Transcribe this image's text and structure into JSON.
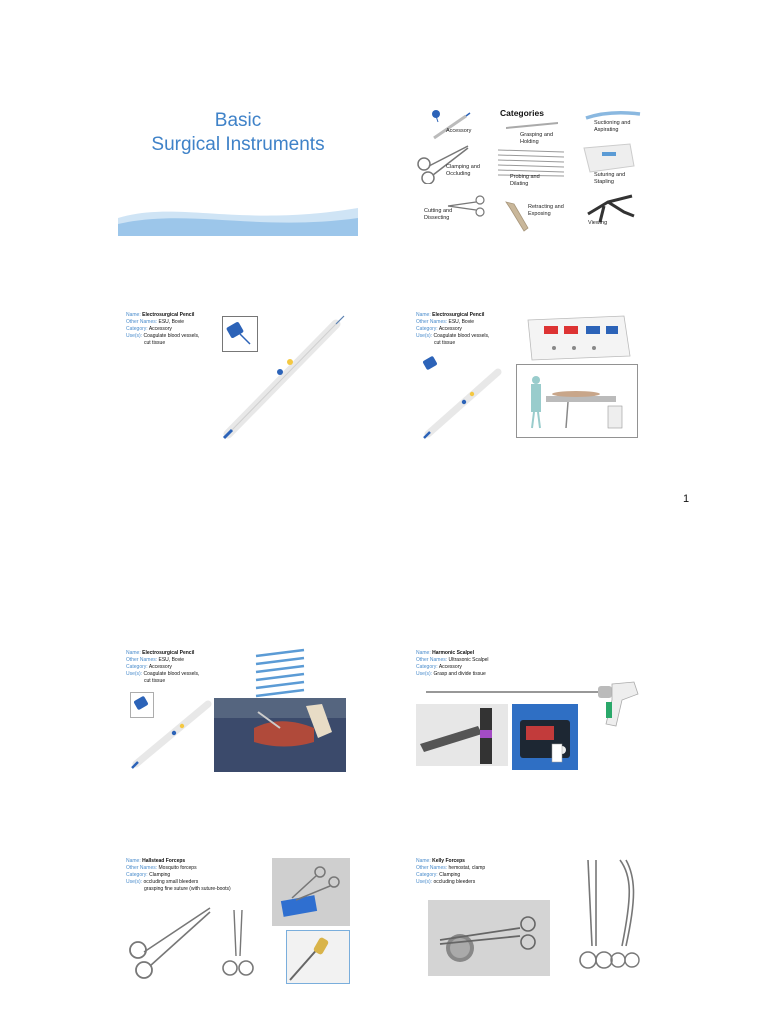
{
  "title_slide": {
    "line1": "Basic",
    "line2": "Surgical Instruments"
  },
  "categories_slide": {
    "heading": "Categories",
    "items": [
      {
        "label": "Accessory"
      },
      {
        "label": "Grasping and Holding"
      },
      {
        "label": "Suctioning and Aspirating"
      },
      {
        "label": "Clamping and Occluding"
      },
      {
        "label": "Probing and Dilating"
      },
      {
        "label": "Suturing and Stapling"
      },
      {
        "label": "Cutting and Dissecting"
      },
      {
        "label": "Retracting and Exposing"
      },
      {
        "label": "Viewing"
      }
    ]
  },
  "labels": {
    "name": "Name:",
    "other": "Other Names:",
    "category": "Category:",
    "uses": "Use(s):"
  },
  "slides": [
    {
      "name": "Electrosurgical Pencil",
      "other": "ESU, Bovie",
      "category": "Accessory",
      "uses1": "Coagulate blood vessels,",
      "uses2": "cut tissue"
    },
    {
      "name": "Electrosurgical Pencil",
      "other": "ESU, Bovie",
      "category": "Accessory",
      "uses1": "Coagulate blood vessels,",
      "uses2": "cut tissue"
    },
    {
      "name": "Electrosurgical Pencil",
      "other": "ESU, Bovie",
      "category": "Accessory",
      "uses1": "Coagulate blood vessels,",
      "uses2": "cut tissue"
    },
    {
      "name": "Harmonic Scalpel",
      "other": "Ultrasonic Scalpel",
      "category": "Accessory",
      "uses1": "Grasp and divide tissue",
      "uses2": ""
    },
    {
      "name": "Hallstead Forceps",
      "other": "Mosquito forceps",
      "category": "Clamping",
      "uses1": "occluding small bleeders",
      "uses2": "grasping fine suture (with suture-boots)"
    },
    {
      "name": "Kelly Forceps",
      "other": "hemostat, clamp",
      "category": "Clamping",
      "uses1": "occluding bleeders",
      "uses2": ""
    }
  ],
  "page_number": "1",
  "colors": {
    "accent": "#4a8ccc",
    "title": "#3f82c8"
  }
}
